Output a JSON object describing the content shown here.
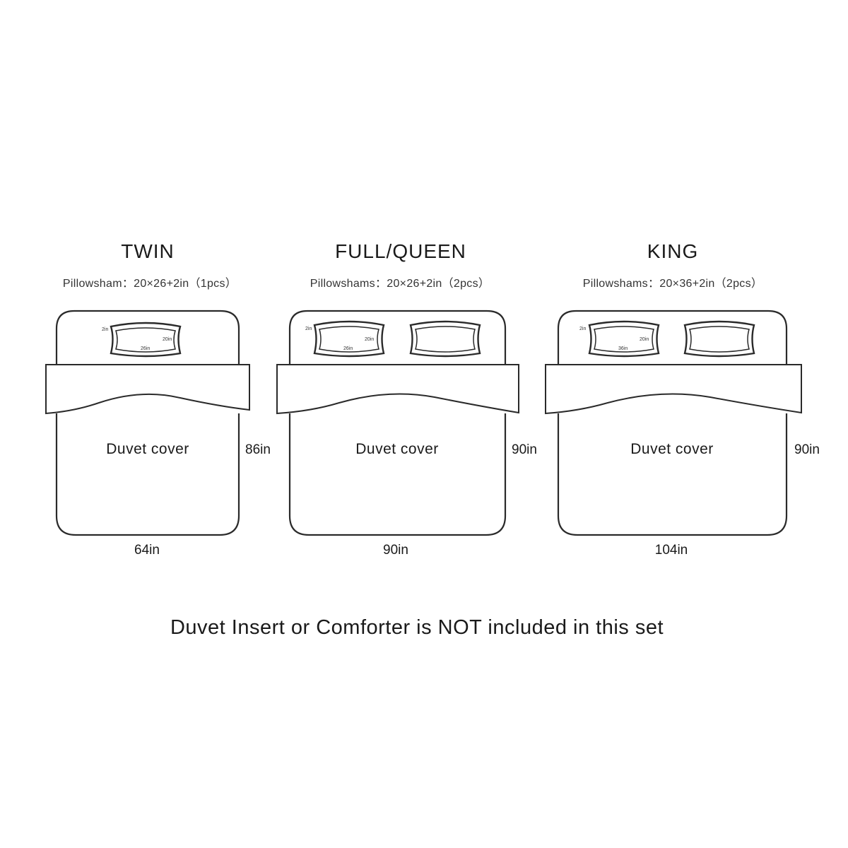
{
  "beds": [
    {
      "name": "TWIN",
      "pillow_spec": "Pillowsham：20×26+2in（1pcs）",
      "duvet_label": "Duvet cover",
      "height": "86in",
      "width": "64in",
      "pillow_tags": {
        "left": "2in",
        "right": "20in",
        "bottom": "26in"
      }
    },
    {
      "name": "FULL/QUEEN",
      "pillow_spec": "Pillowshams：20×26+2in（2pcs）",
      "duvet_label": "Duvet cover",
      "height": "90in",
      "width": "90in",
      "pillow_tags": {
        "left": "2in",
        "right": "20in",
        "bottom": "26in"
      }
    },
    {
      "name": "KING",
      "pillow_spec": "Pillowshams：20×36+2in（2pcs）",
      "duvet_label": "Duvet cover",
      "height": "90in",
      "width": "104in",
      "pillow_tags": {
        "left": "2in",
        "right": "20in",
        "bottom": "36in"
      }
    }
  ],
  "footnote": "Duvet Insert or Comforter is NOT included in this set"
}
